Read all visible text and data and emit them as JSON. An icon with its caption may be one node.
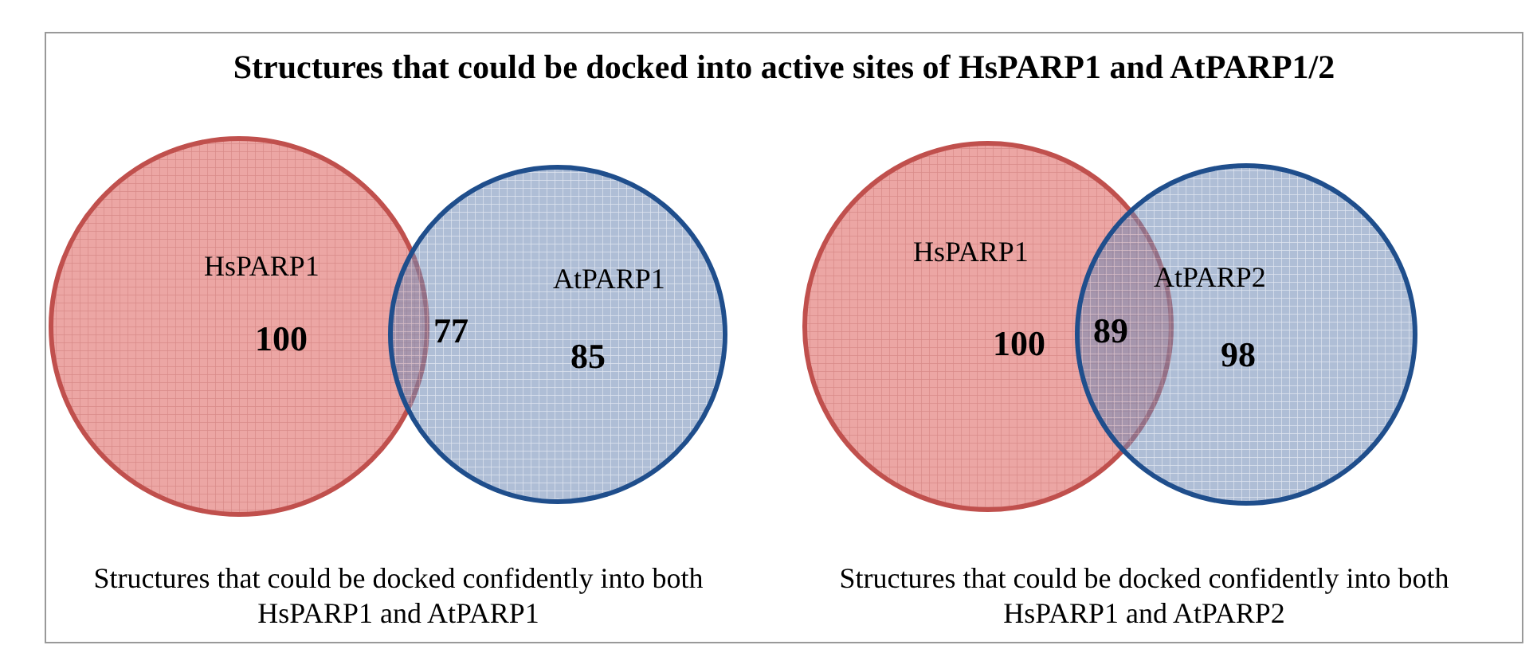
{
  "diagram": {
    "title": "Structures that could be docked into active sites of HsPARP1 and AtPARP1/2",
    "nodes": [
      {
        "text": [
          "HsPARP1",
          "100"
        ]
      },
      {
        "text": [
          "AtPARP1",
          "85"
        ]
      },
      {
        "text": [
          "HsPARP1",
          "100"
        ]
      },
      {
        "text": [
          "AtPARP2",
          "98"
        ]
      }
    ],
    "labels": [
      "77",
      "89",
      "Structures that could be docked confidently into both HsPARP1 and AtPARP1",
      "Structures that could be docked confidently into both HsPARP1 and AtPARP2"
    ]
  }
}
